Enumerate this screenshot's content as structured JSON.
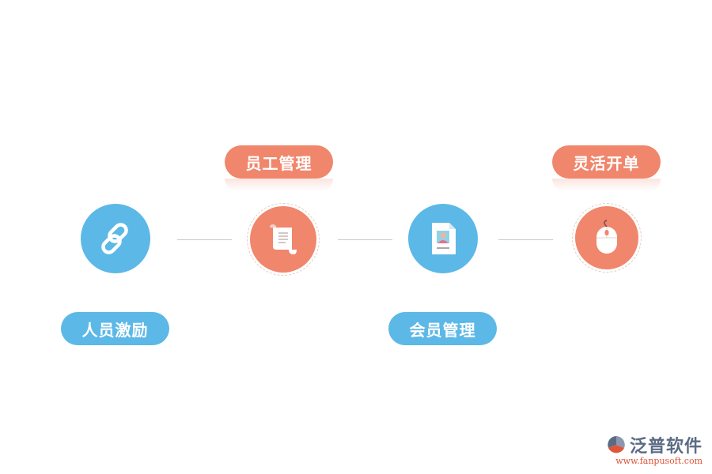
{
  "nodes": [
    {
      "label": "人员激励",
      "icon": "link-icon",
      "color": "#5cb8e6"
    },
    {
      "label": "员工管理",
      "icon": "scroll-icon",
      "color": "#f0866c"
    },
    {
      "label": "会员管理",
      "icon": "id-card-icon",
      "color": "#5cb8e6"
    },
    {
      "label": "灵活开单",
      "icon": "mouse-icon",
      "color": "#f0866c"
    }
  ],
  "logo": {
    "name": "泛普软件",
    "url": "www.fanpusoft.com"
  }
}
